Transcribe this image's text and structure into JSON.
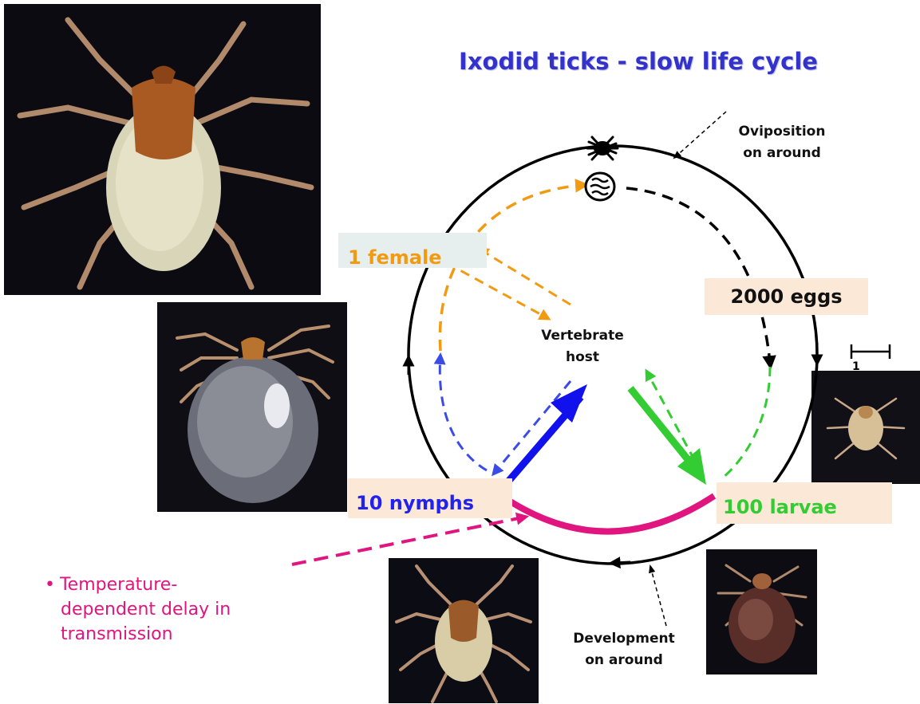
{
  "title": "Ixodid ticks - slow life cycle",
  "labels": {
    "oviposition": [
      "Oviposition",
      "on around"
    ],
    "vertebrate_host": [
      "Vertebrate",
      "host"
    ],
    "development": [
      "Development",
      "on around"
    ],
    "female": "1 female",
    "eggs": "2000 eggs",
    "nymphs": "10 nymphs",
    "larvae": "100 larvae",
    "scale": "1"
  },
  "note": {
    "bullet": "•",
    "lines": [
      "Temperature-",
      "dependent delay in",
      "transmission"
    ]
  },
  "colors": {
    "title": "#3333cc",
    "female": "#f39a13",
    "nymphs": "#2222ee",
    "larvae": "#33cc33",
    "delay": "#e0157f",
    "box_bg": "#fbe8d6",
    "female_box_bg": "#e6eeee"
  },
  "photos": [
    {
      "name": "engorged-female-photo",
      "icon": "tick-female-flat"
    },
    {
      "name": "engorged-female-photo-2",
      "icon": "tick-engorged"
    },
    {
      "name": "larva-photo",
      "icon": "tick-larva"
    },
    {
      "name": "nymph-engorged-photo",
      "icon": "tick-engorged-small"
    },
    {
      "name": "adult-tick-photo",
      "icon": "tick-adult"
    }
  ]
}
